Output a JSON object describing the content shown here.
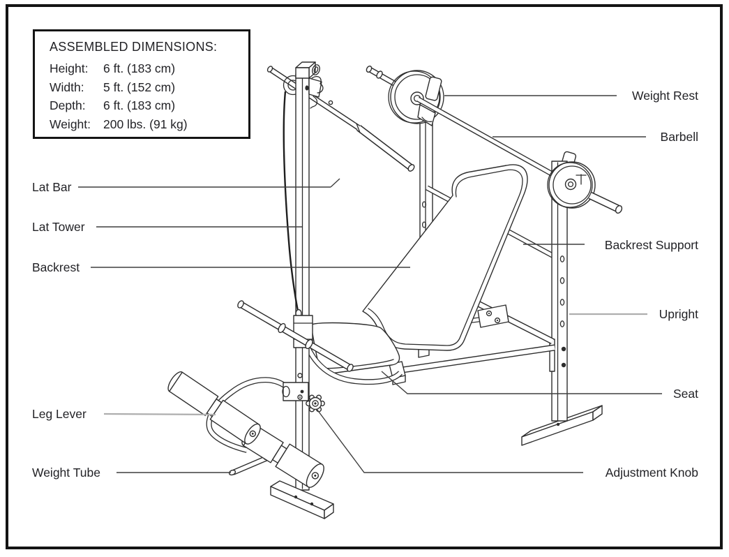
{
  "figure": {
    "title_hint": "Weight bench assembly diagram",
    "dimensions_box": {
      "title": "ASSEMBLED DIMENSIONS:",
      "rows": [
        {
          "label": "Height:",
          "value": "6 ft. (183 cm)"
        },
        {
          "label": "Width:",
          "value": "5 ft. (152 cm)"
        },
        {
          "label": "Depth:",
          "value": "6 ft. (183 cm)"
        },
        {
          "label": "Weight:",
          "value": "200 lbs. (91 kg)"
        }
      ]
    },
    "labels": {
      "weight_rest": "Weight Rest",
      "barbell": "Barbell",
      "lat_bar": "Lat Bar",
      "lat_tower": "Lat Tower",
      "backrest": "Backrest",
      "backrest_support": "Backrest Support",
      "upright": "Upright",
      "seat": "Seat",
      "leg_lever": "Leg Lever",
      "weight_tube": "Weight Tube",
      "adjustment_knob": "Adjustment Knob"
    },
    "colors": {
      "line": "#2d2d2d",
      "leader_dark": "#3f3f3f",
      "leader_gray": "#aeaeae",
      "text": "#232327",
      "border": "#141414"
    }
  }
}
